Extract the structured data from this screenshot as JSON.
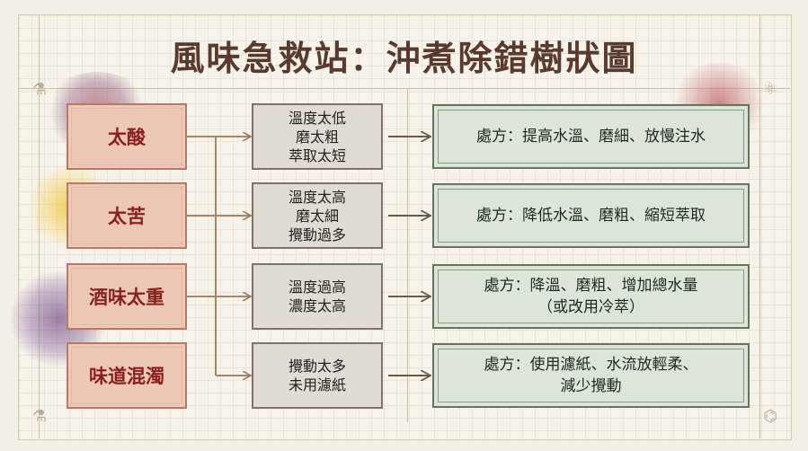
{
  "title": "風味急救站：沖煮除錯樹狀圖",
  "icons": [
    "flask-icon",
    "atom-icon",
    "beaker-icon",
    "molecule-icon"
  ],
  "rows": [
    {
      "symptom": "太酸",
      "causes": [
        "溫度太低",
        "磨太粗",
        "萃取太短"
      ],
      "remedy": [
        "處方：提高水溫、磨細、放慢注水"
      ]
    },
    {
      "symptom": "太苦",
      "causes": [
        "溫度太高",
        "磨太細",
        "攪動過多"
      ],
      "remedy": [
        "處方：降低水溫、磨粗、縮短萃取"
      ]
    },
    {
      "symptom": "酒味太重",
      "causes": [
        "溫度過高",
        "濃度太高"
      ],
      "remedy": [
        "處方：降溫、磨粗、增加總水量",
        "（或改用冷萃）"
      ]
    },
    {
      "symptom": "味道混濁",
      "causes": [
        "攪動太多",
        "未用濾紙"
      ],
      "remedy": [
        "處方：使用濾紙、水流放輕柔、",
        "減少攪動"
      ]
    }
  ]
}
